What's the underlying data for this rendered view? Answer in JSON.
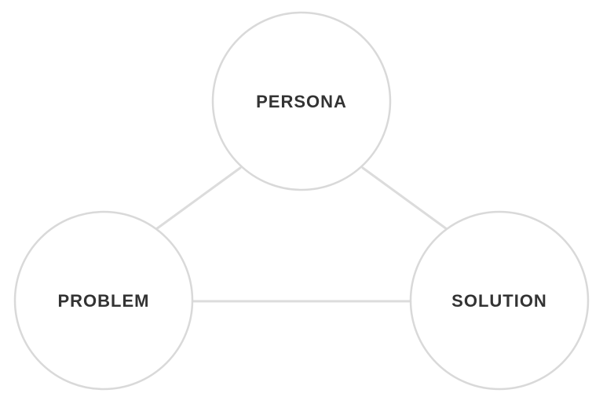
{
  "diagram": {
    "nodes": [
      {
        "id": "persona",
        "label": "PERSONA"
      },
      {
        "id": "problem",
        "label": "PROBLEM"
      },
      {
        "id": "solution",
        "label": "SOLUTION"
      }
    ],
    "edges": [
      {
        "from": "persona",
        "to": "problem"
      },
      {
        "from": "persona",
        "to": "solution"
      },
      {
        "from": "problem",
        "to": "solution"
      }
    ]
  }
}
